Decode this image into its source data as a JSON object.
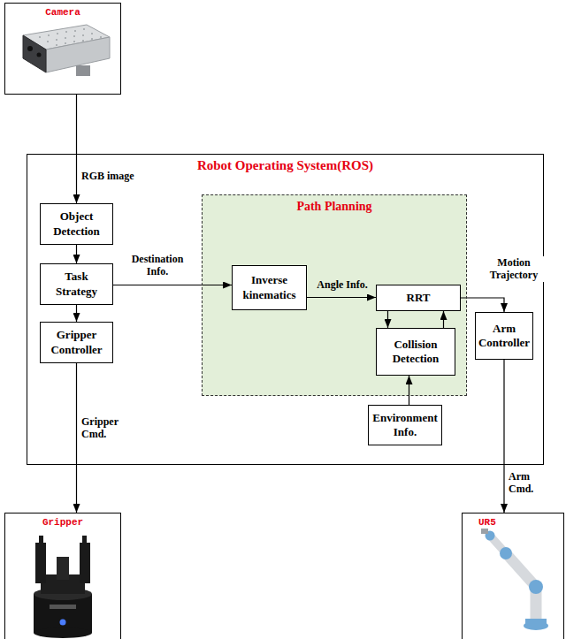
{
  "diagram": {
    "nodes": [
      {
        "text": [
          "Camera"
        ]
      },
      {
        "text": [
          "Robot Operating System(ROS)"
        ]
      },
      {
        "text": [
          "Object Detection"
        ],
        "in": 1
      },
      {
        "text": [
          "Task Strategy"
        ],
        "in": 1
      },
      {
        "text": [
          "Gripper Controller"
        ],
        "in": 1
      },
      {
        "text": [
          "Path Planning"
        ],
        "in": 1
      },
      {
        "text": [
          "Inverse kinematics"
        ],
        "in": 5
      },
      {
        "text": [
          "RRT"
        ],
        "in": 5
      },
      {
        "text": [
          "Collision Detection"
        ],
        "in": 5
      },
      {
        "text": [
          "Environment Info."
        ],
        "in": 1
      },
      {
        "text": [
          "Arm Controller"
        ],
        "in": 1
      },
      {
        "text": [
          "Gripper"
        ]
      },
      {
        "text": [
          "UR5"
        ]
      }
    ],
    "edges": [
      {
        "from": 0,
        "to": 2,
        "arrow": "to",
        "label": "RGB image"
      },
      {
        "from": 2,
        "to": 3,
        "arrow": "to"
      },
      {
        "from": 3,
        "to": 4,
        "arrow": "to"
      },
      {
        "from": 3,
        "to": 6,
        "arrow": "to",
        "label": "Destination Info."
      },
      {
        "from": 6,
        "to": 7,
        "arrow": "to",
        "label": "Angle Info."
      },
      {
        "from": 7,
        "to": 8,
        "arrow": "to"
      },
      {
        "from": 8,
        "to": 7,
        "arrow": "to"
      },
      {
        "from": 9,
        "to": 8,
        "arrow": "to"
      },
      {
        "from": 7,
        "to": 10,
        "arrow": "to",
        "label": "Motion Trajectory"
      },
      {
        "from": 4,
        "to": 11,
        "arrow": "to",
        "label": "Gripper Cmd."
      },
      {
        "from": 10,
        "to": 12,
        "arrow": "to",
        "label": "Arm Cmd."
      }
    ]
  }
}
